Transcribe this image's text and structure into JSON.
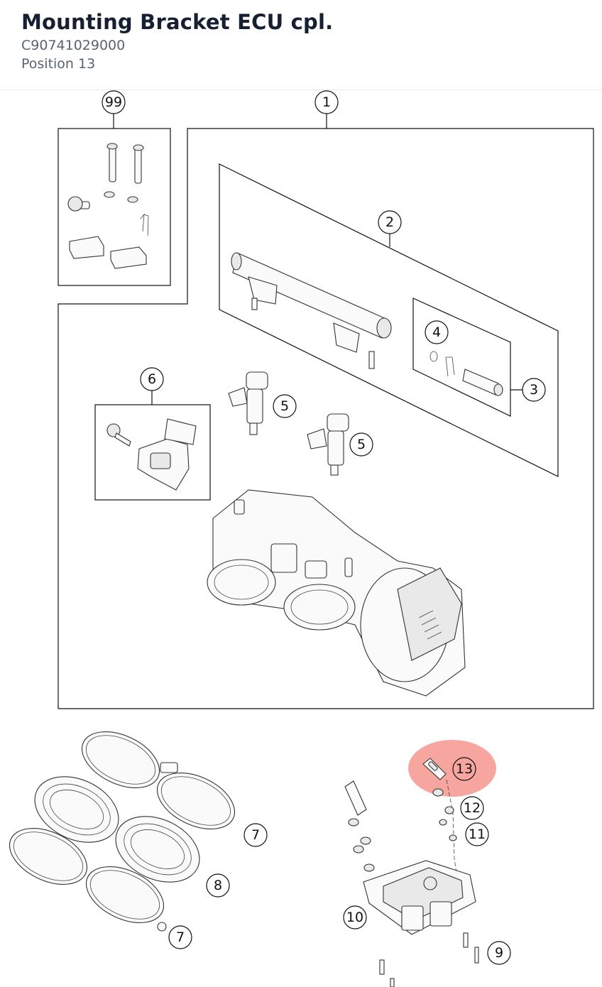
{
  "header": {
    "title": "Mounting Bracket ECU cpl.",
    "part_number": "C90741029000",
    "position": "Position 13"
  },
  "diagram": {
    "highlight_color": "#f4958e",
    "callouts": [
      {
        "id": "c99",
        "label": "99"
      },
      {
        "id": "c1",
        "label": "1"
      },
      {
        "id": "c2",
        "label": "2"
      },
      {
        "id": "c3",
        "label": "3"
      },
      {
        "id": "c4",
        "label": "4"
      },
      {
        "id": "c5a",
        "label": "5"
      },
      {
        "id": "c5b",
        "label": "5"
      },
      {
        "id": "c6",
        "label": "6"
      },
      {
        "id": "c7a",
        "label": "7"
      },
      {
        "id": "c7b",
        "label": "7"
      },
      {
        "id": "c8",
        "label": "8"
      },
      {
        "id": "c9",
        "label": "9"
      },
      {
        "id": "c10",
        "label": "10"
      },
      {
        "id": "c11",
        "label": "11"
      },
      {
        "id": "c12",
        "label": "12"
      },
      {
        "id": "c13",
        "label": "13"
      }
    ]
  }
}
